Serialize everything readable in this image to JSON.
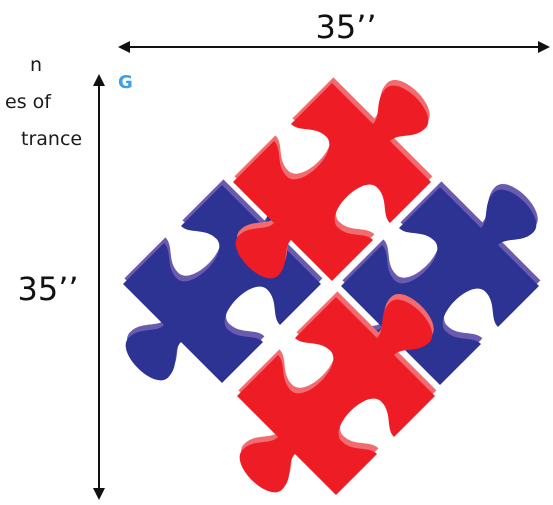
{
  "side_text": {
    "line1": "n",
    "line2": "es of",
    "line3": "trance"
  },
  "dimensions": {
    "width_label": "35’’",
    "height_label": "35’’"
  },
  "variant_letter": "G",
  "colors": {
    "accent_letter": "#3aa0e8",
    "red": "#ee1c25",
    "red_highlight": "#f26c6f",
    "blue": "#2c3393",
    "blue_highlight": "#6a5bb0",
    "line": "#111111"
  },
  "pieces": [
    {
      "name": "puzzle-piece-top-red",
      "color": "red"
    },
    {
      "name": "puzzle-piece-left-blue",
      "color": "blue"
    },
    {
      "name": "puzzle-piece-right-blue",
      "color": "blue"
    },
    {
      "name": "puzzle-piece-bottom-red",
      "color": "red"
    }
  ]
}
